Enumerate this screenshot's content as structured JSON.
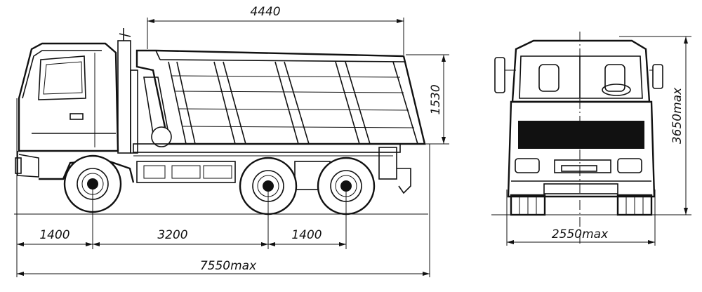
{
  "dimensions": {
    "body_length": "4440",
    "body_height": "1530",
    "front_overhang": "1400",
    "wheelbase": "3200",
    "rear_axle_spacing": "1400",
    "overall_length": "7550max",
    "overall_width": "2550max",
    "overall_height": "3650max"
  },
  "colors": {
    "line": "#111111",
    "background": "#ffffff"
  }
}
